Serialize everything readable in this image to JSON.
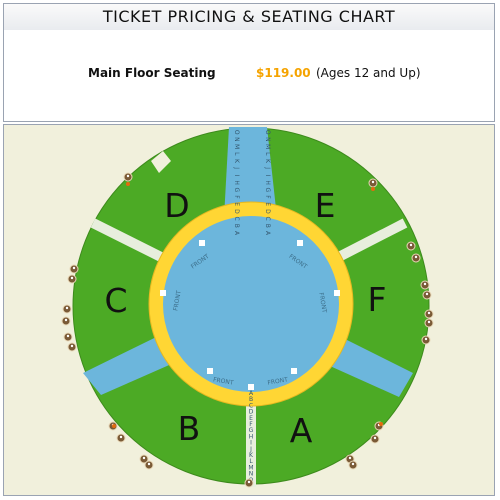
{
  "header": {
    "title": "TICKET PRICING & SEATING CHART"
  },
  "pricing": {
    "section_label": "Main Floor Seating",
    "price": "$119.00",
    "age_note": "(Ages 12 and Up)"
  },
  "map": {
    "sections": [
      "A",
      "B",
      "C",
      "D",
      "E",
      "F"
    ],
    "front_label": "FRONT",
    "row_letters": "ABCDEFGHIJKLMNO",
    "colors": {
      "seating": "#4caa25",
      "aisle": "#6cb6dc",
      "front_ring": "#ffd634",
      "background": "#f1f0dc",
      "accessible_icon": "#8a6a3c",
      "marker": "#e26b10"
    },
    "icons": [
      "wheelchair-accessible-icon",
      "companion-seat-marker"
    ]
  }
}
